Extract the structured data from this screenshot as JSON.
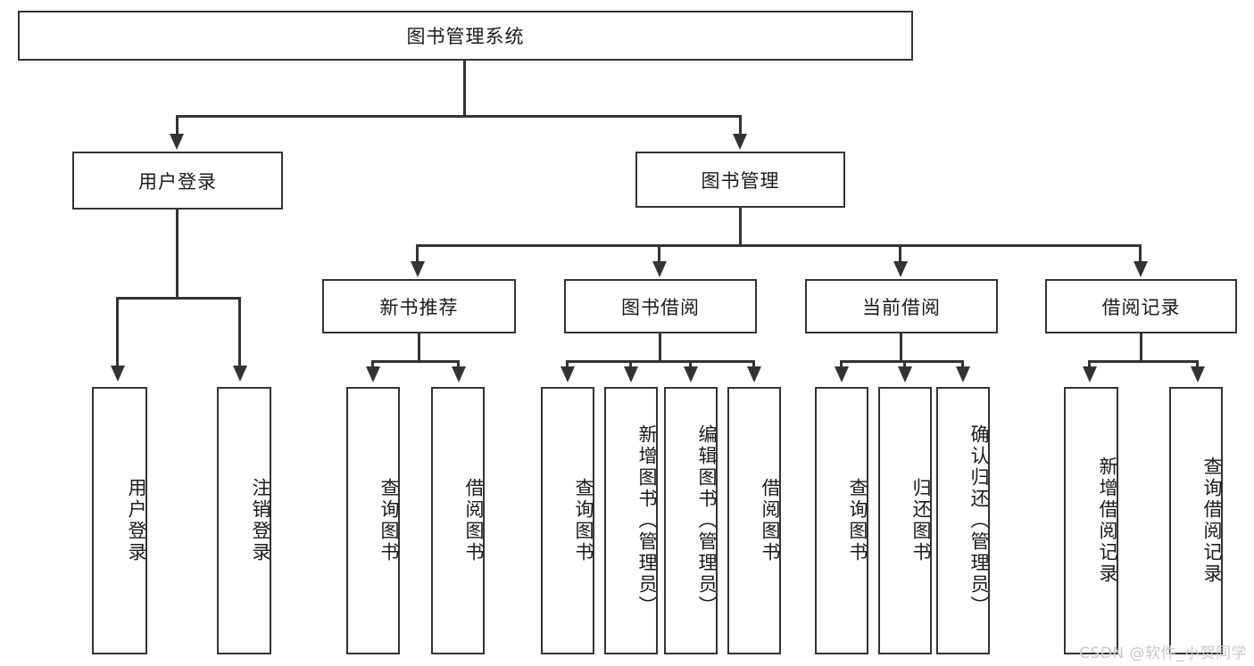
{
  "diagram": {
    "title": "图书管理系统",
    "root": {
      "id": "root",
      "label": "图书管理系统"
    },
    "level1": [
      {
        "id": "user-login",
        "label": "用户登录"
      },
      {
        "id": "book-management",
        "label": "图书管理"
      }
    ],
    "level2": [
      {
        "id": "new-book-recommend",
        "label": "新书推荐",
        "parent": "book-management"
      },
      {
        "id": "book-borrow",
        "label": "图书借阅",
        "parent": "book-management"
      },
      {
        "id": "current-borrow",
        "label": "当前借阅",
        "parent": "book-management"
      },
      {
        "id": "borrow-record",
        "label": "借阅记录",
        "parent": "book-management"
      }
    ],
    "leaves": [
      {
        "id": "leaf-user-login",
        "label": "用户登录",
        "parent": "user-login"
      },
      {
        "id": "leaf-logout",
        "label": "注销登录",
        "parent": "user-login"
      },
      {
        "id": "leaf-query-book-1",
        "label": "查询图书",
        "parent": "new-book-recommend"
      },
      {
        "id": "leaf-borrow-book-1",
        "label": "借阅图书",
        "parent": "new-book-recommend"
      },
      {
        "id": "leaf-query-book-2",
        "label": "查询图书",
        "parent": "book-borrow"
      },
      {
        "id": "leaf-add-book",
        "label": "新增图书（管理员）",
        "parent": "book-borrow"
      },
      {
        "id": "leaf-edit-book",
        "label": "编辑图书（管理员）",
        "parent": "book-borrow"
      },
      {
        "id": "leaf-borrow-book-2",
        "label": "借阅图书",
        "parent": "book-borrow"
      },
      {
        "id": "leaf-query-book-3",
        "label": "查询图书",
        "parent": "current-borrow"
      },
      {
        "id": "leaf-return-book",
        "label": "归还图书",
        "parent": "current-borrow"
      },
      {
        "id": "leaf-confirm-return",
        "label": "确认归还（管理员）",
        "parent": "current-borrow"
      },
      {
        "id": "leaf-add-record",
        "label": "新增借阅记录",
        "parent": "borrow-record"
      },
      {
        "id": "leaf-query-record",
        "label": "查询借阅记录",
        "parent": "borrow-record"
      }
    ],
    "watermark": "CSDN @软件_小贺同学",
    "colors": {
      "stroke": "#333333",
      "background": "#ffffff",
      "text": "#1a1a1a",
      "watermark": "#c9c9c9"
    }
  }
}
